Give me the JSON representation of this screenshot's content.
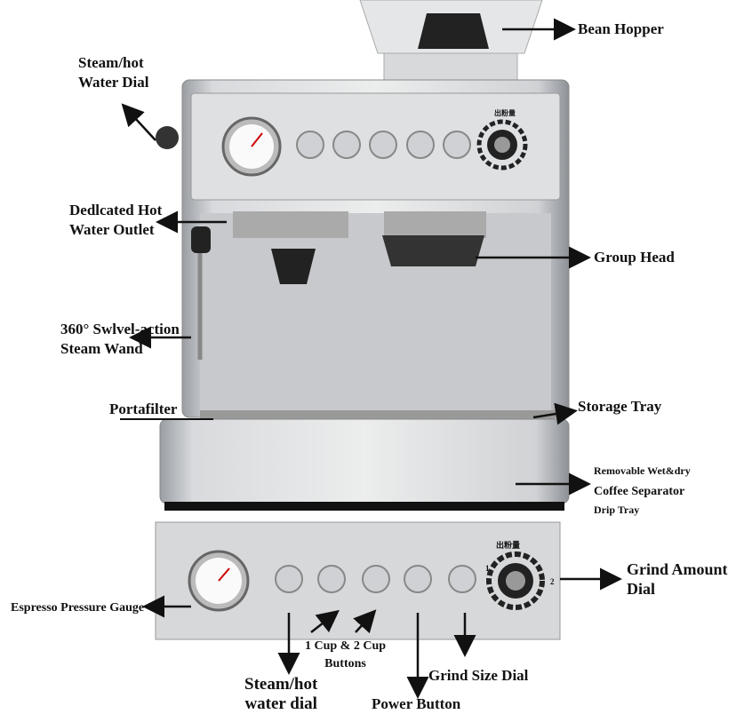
{
  "labels": {
    "bean_hopper": "Bean Hopper",
    "steam_dial_top": [
      "Steam/hot",
      "Water Dial"
    ],
    "hot_water_outlet": [
      "Dedlcated Hot",
      "Water Outlet"
    ],
    "group_head": "Group Head",
    "steam_wand": [
      "360° Swlvel-action",
      "Steam Wand"
    ],
    "portafilter": "Portafilter",
    "storage_tray": "Storage Tray",
    "drip_tray": [
      "Removable Wet&dry",
      "Coffee Separator",
      "Drip Tray"
    ],
    "grind_amount": [
      "Grind Amount",
      "Dial"
    ],
    "pressure_gauge": "Espresso Pressure Gauge",
    "cup_buttons": [
      "1 Cup & 2 Cup",
      "Buttons"
    ],
    "steam_dial_bottom": [
      "Steam/hot",
      "water dial"
    ],
    "grind_size": "Grind Size Dial",
    "power_button": "Power Button"
  },
  "machine_text": {
    "dial_caption": "出粉量",
    "dial_min": "1",
    "dial_max": "2"
  }
}
